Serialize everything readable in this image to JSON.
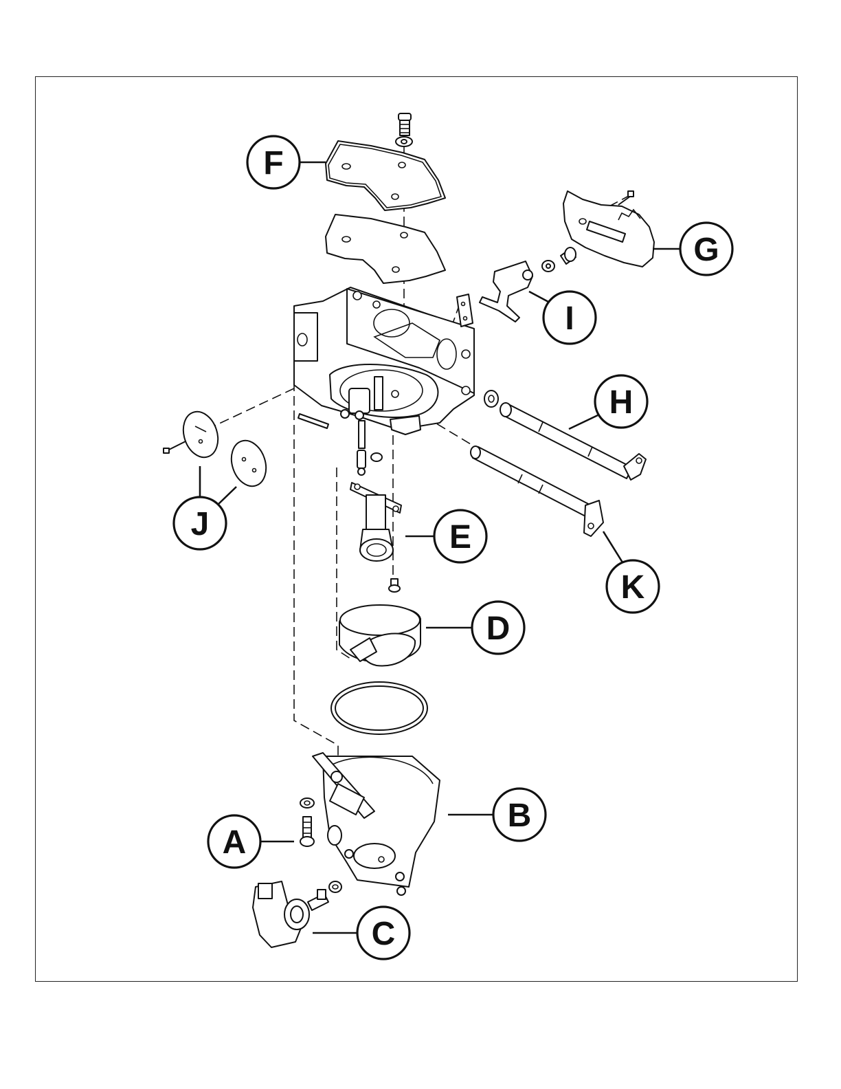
{
  "callouts": {
    "A": "A",
    "B": "B",
    "C": "C",
    "D": "D",
    "E": "E",
    "F": "F",
    "G": "G",
    "H": "H",
    "I": "I",
    "J": "J",
    "K": "K"
  },
  "colors": {
    "line": "#111111",
    "background": "#ffffff"
  }
}
